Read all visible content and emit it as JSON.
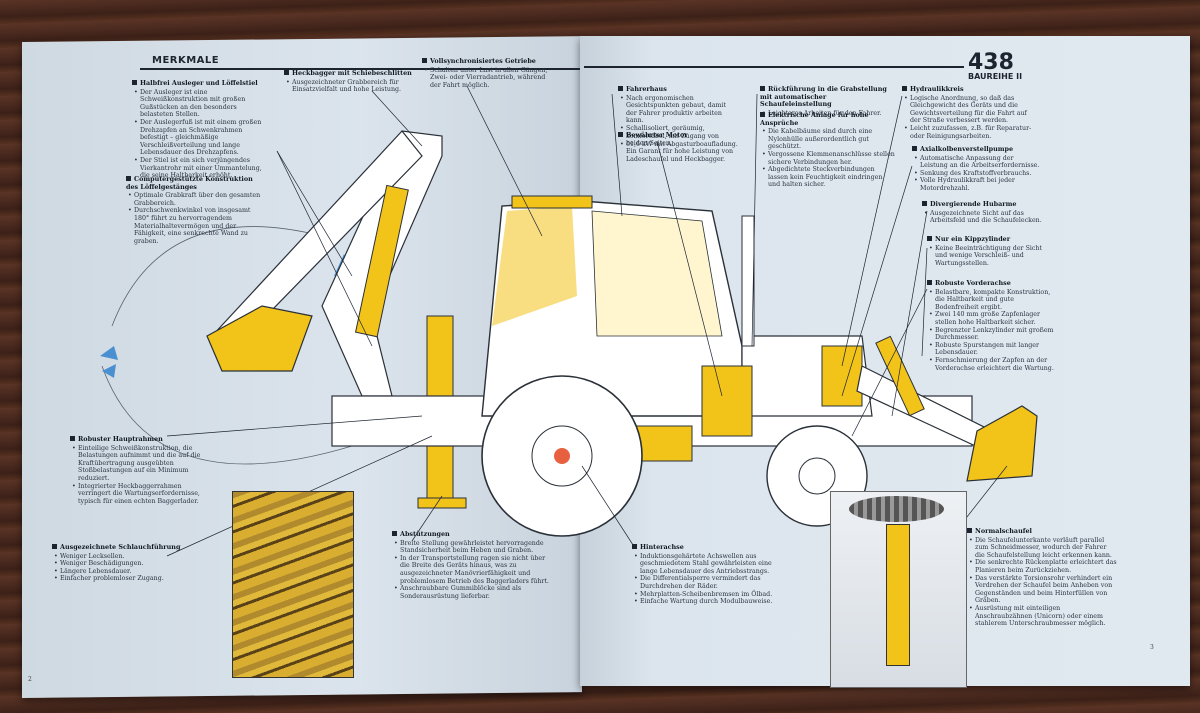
{
  "header": {
    "left_title": "MERKMALE",
    "model": "438",
    "series": "BAUREIHE II"
  },
  "features": [
    {
      "title": "Halbfrei Ausleger und Löffelstiel",
      "items": [
        "Der Ausleger ist eine Schweißkonstruktion mit großen Gußstücken an den besonders belasteten Stellen.",
        "Der Auslegerfuß ist mit einem großen Drehzapfen an Schwenkrahmen befestigt – gleichmäßige Verschleißverteilung und lange Lebensdauer des Drehzapfens.",
        "Der Stiel ist ein sich verjüngendes Vierkantrohr mit einer Ummantelung, die seine Haltbarkeit erhöht."
      ]
    },
    {
      "title": "Computergestützte Konstruktion des Löffelgestänges",
      "items": [
        "Optimale Grabkraft über den gesamten Grabbereich.",
        "Durchschwenkwinkel von insgesamt 180° führt zu hervorragendem Materialhaltevermögen und der Fähigkeit, eine senkrechte Wand zu graben."
      ]
    },
    {
      "title": "Heckbagger mit Schiebeschlitten",
      "items": [
        "Ausgezeichneter Grabbereich für Einsatzvielfalt und hohe Leistung."
      ]
    },
    {
      "title": "Vollsynchronisiertes Getriebe",
      "items": [
        "Schalten unter Last in allen Gängen, Zwei- oder Vierradantrieb, während der Fahrt möglich."
      ]
    },
    {
      "title": "Robuster Hauptrahmen",
      "items": [
        "Einteilige Schweißkonstruktion, die Belastungen aufnimmt und die auf die Kraftübertragung ausgeübten Stoßbelastungen auf ein Minimum reduziert.",
        "Integrierter Heckbaggerrahmen verringert die Wartungserfordernisse, typisch für einen echten Baggerlader."
      ]
    },
    {
      "title": "Ausgezeichnete Schlauchführung",
      "items": [
        "Weniger Lecksellen.",
        "Weniger Beschädigungen.",
        "Längere Lebensdauer.",
        "Einfacher problemloser Zugang."
      ]
    },
    {
      "title": "Abstützungen",
      "items": [
        "Breite Stellung gewährleistet hervorragende Standsicherheit beim Heben und Graben.",
        "In der Transportstellung ragen sie nicht über die Breite des Geräts hinaus, was zu ausgezeichneter Manövrierfähigkeit und problemlosem Betrieb des Baggerladers führt.",
        "Anschraubbare Gummiblöcke sind als Sonderausrüstung lieferbar."
      ]
    },
    {
      "title": "Fahrerhaus",
      "items": [
        "Nach ergonomischen Gesichtspunkten gebaut, damit der Fahrer produktiv arbeiten kann.",
        "Schallisoliert, geräumig, komfortabel, mit Zugang von beiden Seiten."
      ]
    },
    {
      "title": "Bewährter Motor",
      "items": [
        "61,6 kW mit Abgasturboaufladung. Ein Garant für hohe Leistung von Ladeschaufel und Heckbagger."
      ]
    },
    {
      "title": "Rückführung in die Grabstellung mit automatischer Schaufeleinstellung",
      "items": [
        "Leichteres Arbeiten für den Fahrer."
      ]
    },
    {
      "title": "Elektrische Anlage für hohe Ansprüche",
      "items": [
        "Die Kabelbäume sind durch eine Nylonhülle außerordentlich gut geschützt.",
        "Vergossene Klemmenanschlüsse stellen sichere Verbindungen her.",
        "Abgedichtete Steckverbindungen lassen kein Feuchtigkeit eindringen und halten sicher."
      ]
    },
    {
      "title": "Hydraulikkreis",
      "items": [
        "Logische Anordnung, so daß das Gleichgewicht des Geräts und die Gewichtsverteilung für die Fahrt auf der Straße verbessert werden.",
        "Leicht zuzufassen, z.B. für Reparatur- oder Reinigungsarbeiten."
      ]
    },
    {
      "title": "Axialkolbenverstellpumpe",
      "items": [
        "Automatische Anpassung der Leistung an die Arbeitserfordernisse.",
        "Senkung des Kraftstoffverbrauchs.",
        "Volle Hydraulikkraft bei jeder Motordrehzahl."
      ]
    },
    {
      "title": "Divergierende Hubarme",
      "items": [
        "Ausgezeichnete Sicht auf das Arbeitsfeld und die Schaufelecken."
      ]
    },
    {
      "title": "Nur ein Kippzylinder",
      "items": [
        "Keine Beeinträchtigung der Sicht und wenige Verschleiß- und Wartungsstellen."
      ]
    },
    {
      "title": "Robuste Vorderachse",
      "items": [
        "Belastbare, kompakte Konstruktion, die Haltbarkeit und gute Bodenfreiheit ergibt.",
        "Zwei 140 mm große Zapfenlager stellen hohe Haltbarkeit sicher.",
        "Begrenzter Lenkzylinder mit großem Durchmesser.",
        "Robuste Spurstangen mit langer Lebensdauer.",
        "Fernschmierung der Zapfen an der Vorderachse erleichtert die Wartung."
      ]
    },
    {
      "title": "Hinterachse",
      "items": [
        "Induktionsgehärtete Achswellen aus geschmiedetem Stahl gewährleisten eine lange Lebensdauer des Antriebsstrangs.",
        "Die Differentialsperre vermindert das Durchdrehen der Räder.",
        "Mehrplatten-Scheibenbremsen im Ölbad.",
        "Einfache Wartung durch Modulbauweise."
      ]
    },
    {
      "title": "Normalschaufel",
      "items": [
        "Die Schaufelunterkante verläuft parallel zum Schneidmesser, wodurch der Fahrer die Schaufelstellung leicht erkennen kann.",
        "Die senkrechte Rückenplatte erleichtert das Planieren beim Zurückziehen.",
        "Das verstärkte Torsionsrohr verhindert ein Verdrehen der Schaufel beim Anheben von Gegenständen und beim Hinterfüllen von Gräben.",
        "Ausrüstung mit einteiligen Anschraubzähnen (Unicorn) oder einem stahlerem Unterschraubmesser möglich."
      ]
    }
  ],
  "page_numbers": {
    "left": "2",
    "right": "3"
  },
  "colors": {
    "machine_yellow": "#f2c318",
    "page_blue": "#dce5ed",
    "text_dark": "#1d2430",
    "leader_line": "#1d2430"
  }
}
